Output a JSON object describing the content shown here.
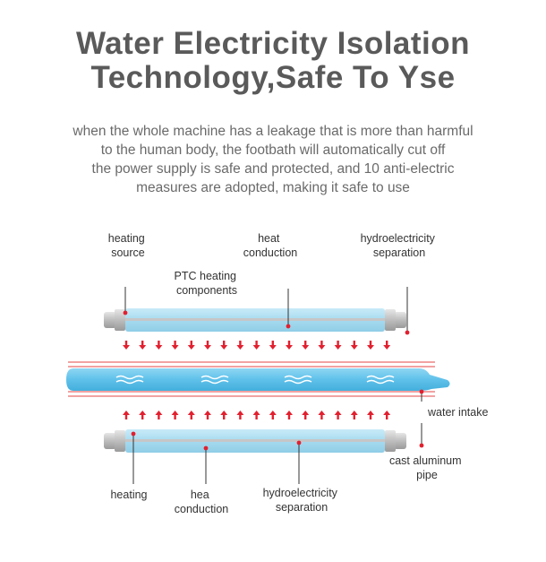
{
  "title": {
    "line1": "Water Electricity Isolation",
    "line2": "Technology,Safe To Yse"
  },
  "description": [
    "when the whole machine has a leakage that is more than harmful",
    "to the human body, the footbath will automatically cut off",
    "the power supply is safe and protected, and 10 anti-electric",
    "measures are adopted, making it safe to use"
  ],
  "labels": {
    "heating_source": [
      "heating",
      "source"
    ],
    "heat_conduction_top": [
      "heat",
      "conduction"
    ],
    "hydroelectricity_separation_top": [
      "hydroelectricity",
      "separation"
    ],
    "ptc_heating_components": [
      "PTC heating",
      "components"
    ],
    "water_intake": "water intake",
    "cast_aluminum_pipe": [
      "cast aluminum",
      "pipe"
    ],
    "heating_bottom": "heating",
    "hea_conduction_bottom": [
      "hea",
      "conduction"
    ],
    "hydroelectricity_separation_bottom": [
      "hydroelectricity",
      "separation"
    ]
  },
  "colors": {
    "pipe_blue": "#a7dbf0",
    "cap_gray": "#b9b9b9",
    "arrow_red": "#e2202f",
    "line_red": "#e54646",
    "water_blue": "#5fc1ea"
  },
  "icons": {
    "wave": "wave-icon",
    "arrow": "arrow-icon"
  }
}
